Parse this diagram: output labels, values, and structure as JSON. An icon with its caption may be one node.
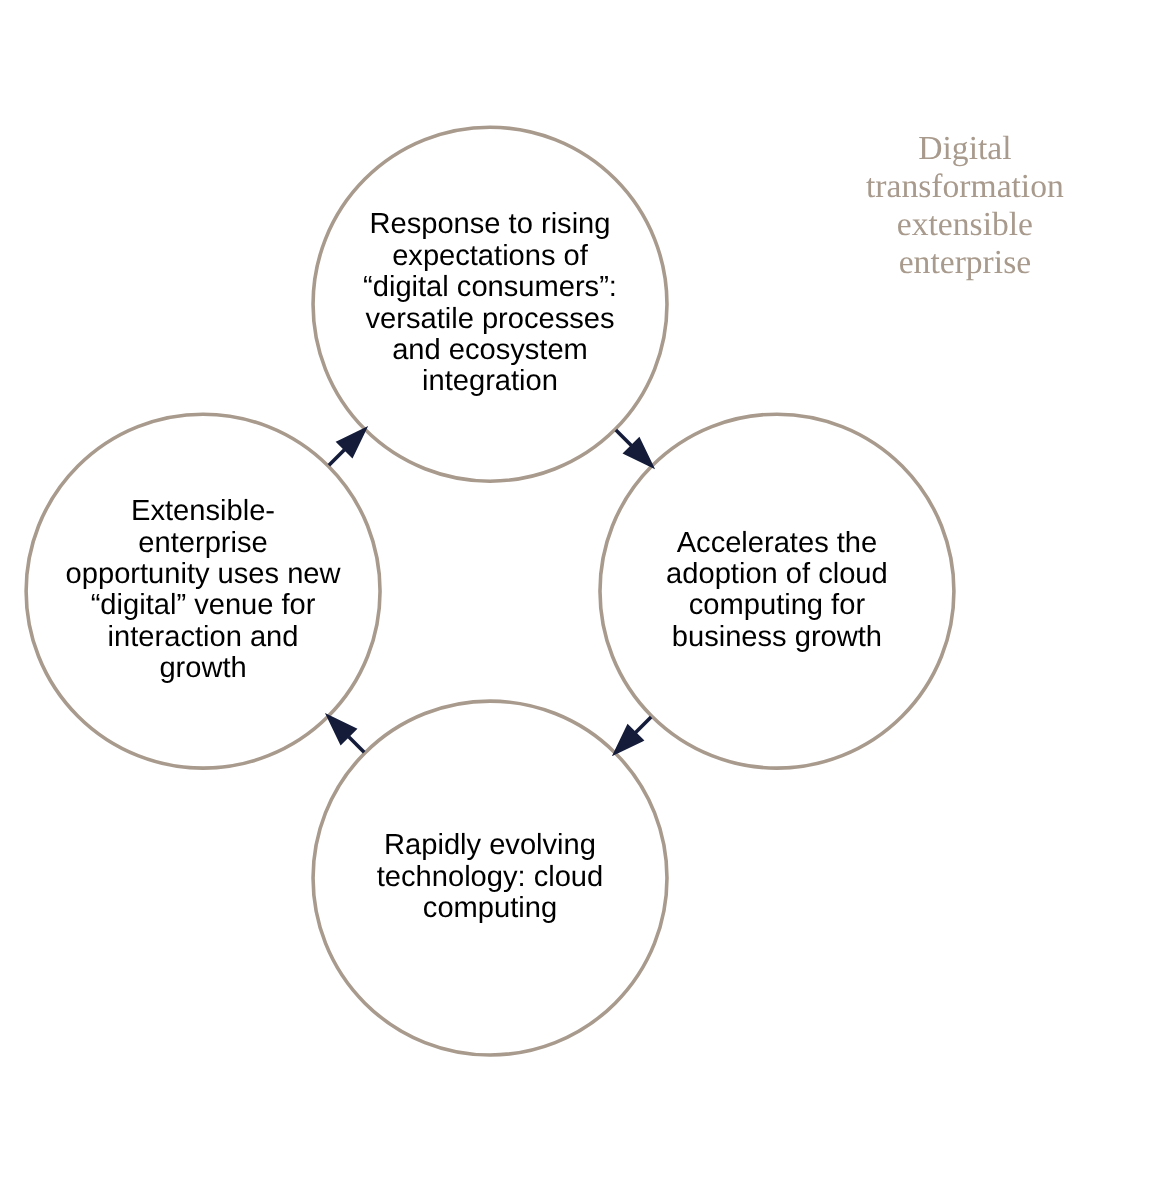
{
  "diagram": {
    "nodes": [
      {
        "text": [
          "Rapidly evolving technology: cloud computing"
        ]
      },
      {
        "text": [
          "Extensible-enterprise opportunity uses new “digital” venue for interaction and growth"
        ]
      },
      {
        "text": [
          "Response to rising expectations of “digital consumers”: versatile processes and ecosystem integration"
        ]
      },
      {
        "text": [
          "Accelerates the adoption of cloud computing for business growth"
        ]
      }
    ],
    "edges": [
      {
        "from": 0,
        "to": 1,
        "arrow": "to"
      },
      {
        "from": 1,
        "to": 2,
        "arrow": "to"
      },
      {
        "from": 2,
        "to": 3,
        "arrow": "to"
      },
      {
        "from": 3,
        "to": 0,
        "arrow": "to"
      }
    ],
    "labels": [
      "Digital transformation extensible enterprise"
    ]
  }
}
